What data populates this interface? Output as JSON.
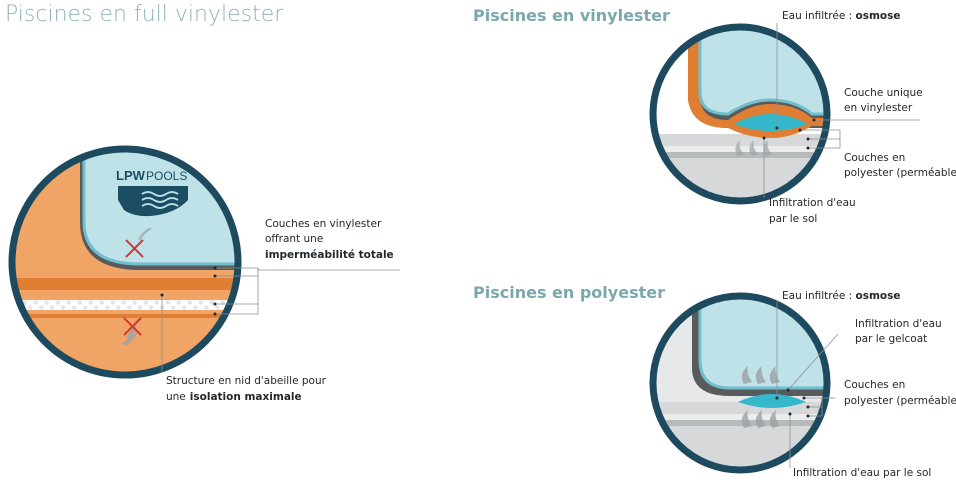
{
  "section_full": {
    "title": "Piscines en full vinylester",
    "logo_brand": "LPW",
    "logo_suffix": "POOLS",
    "label_layers_line1": "Couches en vinylester",
    "label_layers_line2": "offrant une",
    "label_layers_bold": "imperméabilité totale",
    "label_struct_line1": "Structure en nid d'abeille pour",
    "label_struct_prefix": "une",
    "label_struct_bold": "isolation maximale"
  },
  "section_vinyl": {
    "title": "Piscines en vinylester",
    "label_osmose_prefix": "Eau infiltrée : ",
    "label_osmose_bold": "osmose",
    "label_single_line1": "Couche unique",
    "label_single_line2": "en vinylester",
    "label_poly_line1": "Couches en",
    "label_poly_line2": "polyester (perméable",
    "label_soil_line1": "Infiltration d'eau",
    "label_soil_line2": "par le sol"
  },
  "section_poly": {
    "title": "Piscines en polyester",
    "label_osmose_prefix": "Eau infiltrée : ",
    "label_osmose_bold": "osmose",
    "label_gelcoat_line1": "Infiltration d'eau",
    "label_gelcoat_line2": "par le gelcoat",
    "label_poly_line1": "Couches en",
    "label_poly_line2": "polyester (perméable",
    "label_soil": "Infiltration d'eau par le sol"
  },
  "colors": {
    "ring": "#1d4a5e",
    "water": "#bfe2e8",
    "water_edge": "#6fbfcc",
    "orange_dark": "#e07f34",
    "orange_light": "#f0a465",
    "soil": "#595a5c",
    "grey_light": "#d6d8d9",
    "grey_mid": "#b7babb",
    "drop": "#35b8cc",
    "cross": "#d8323c"
  }
}
